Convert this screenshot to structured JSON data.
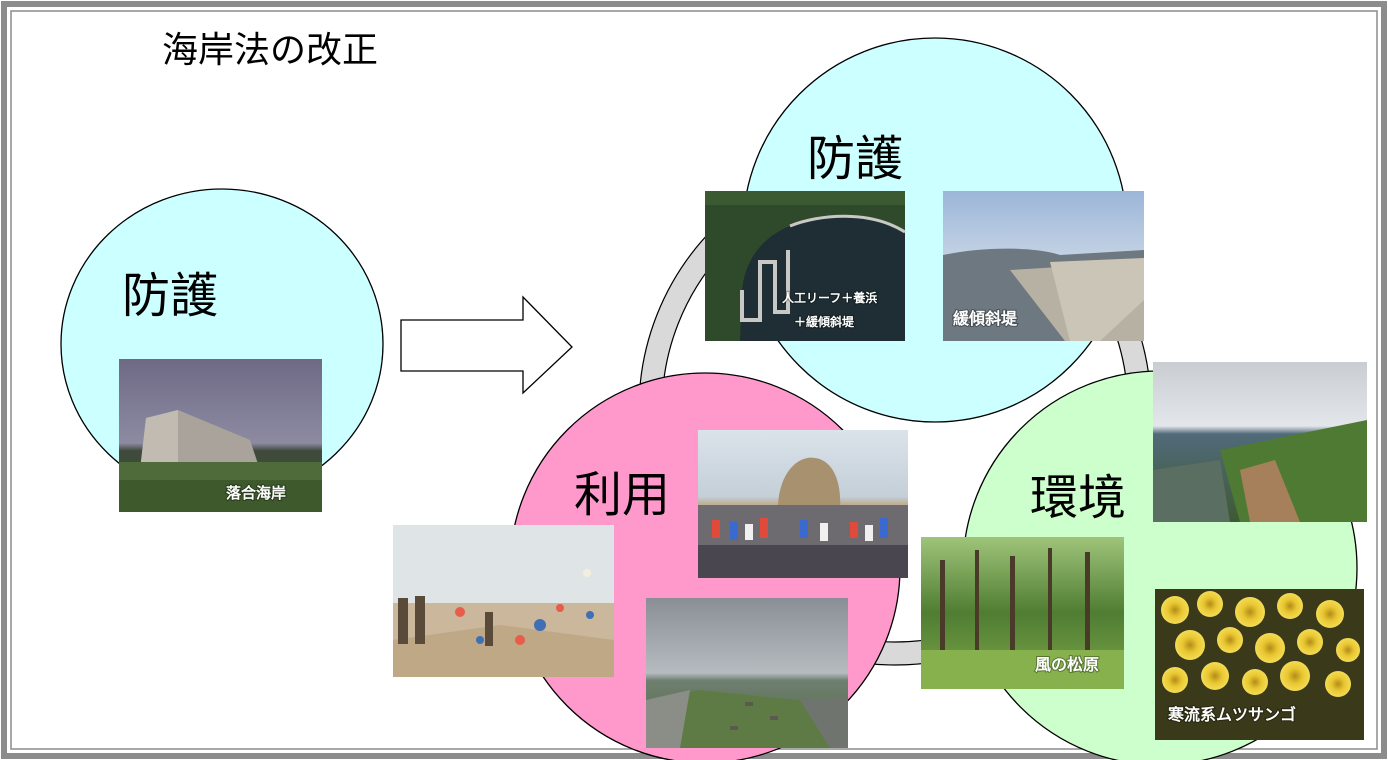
{
  "title": "海岸法の改正",
  "before": {
    "label": "防護",
    "photo_caption": "落合海岸"
  },
  "after": {
    "protection": {
      "label": "防護",
      "photo1_caption_line1": "人工リーフ＋養浜",
      "photo1_caption_line2": "＋緩傾斜堤",
      "photo2_caption": "緩傾斜堤"
    },
    "use": {
      "label": "利用"
    },
    "environment": {
      "label": "環境",
      "photo1_caption": "風の松原",
      "photo2_caption": "寒流系ムツサンゴ"
    }
  },
  "icons": {
    "arrow": "right-arrow-icon"
  },
  "colors": {
    "frame": "#8c8c8c",
    "protection_circle": "#ccffff",
    "use_circle": "#ff99cc",
    "environment_circle": "#ccffcc",
    "ring": "#d9d9d9"
  }
}
